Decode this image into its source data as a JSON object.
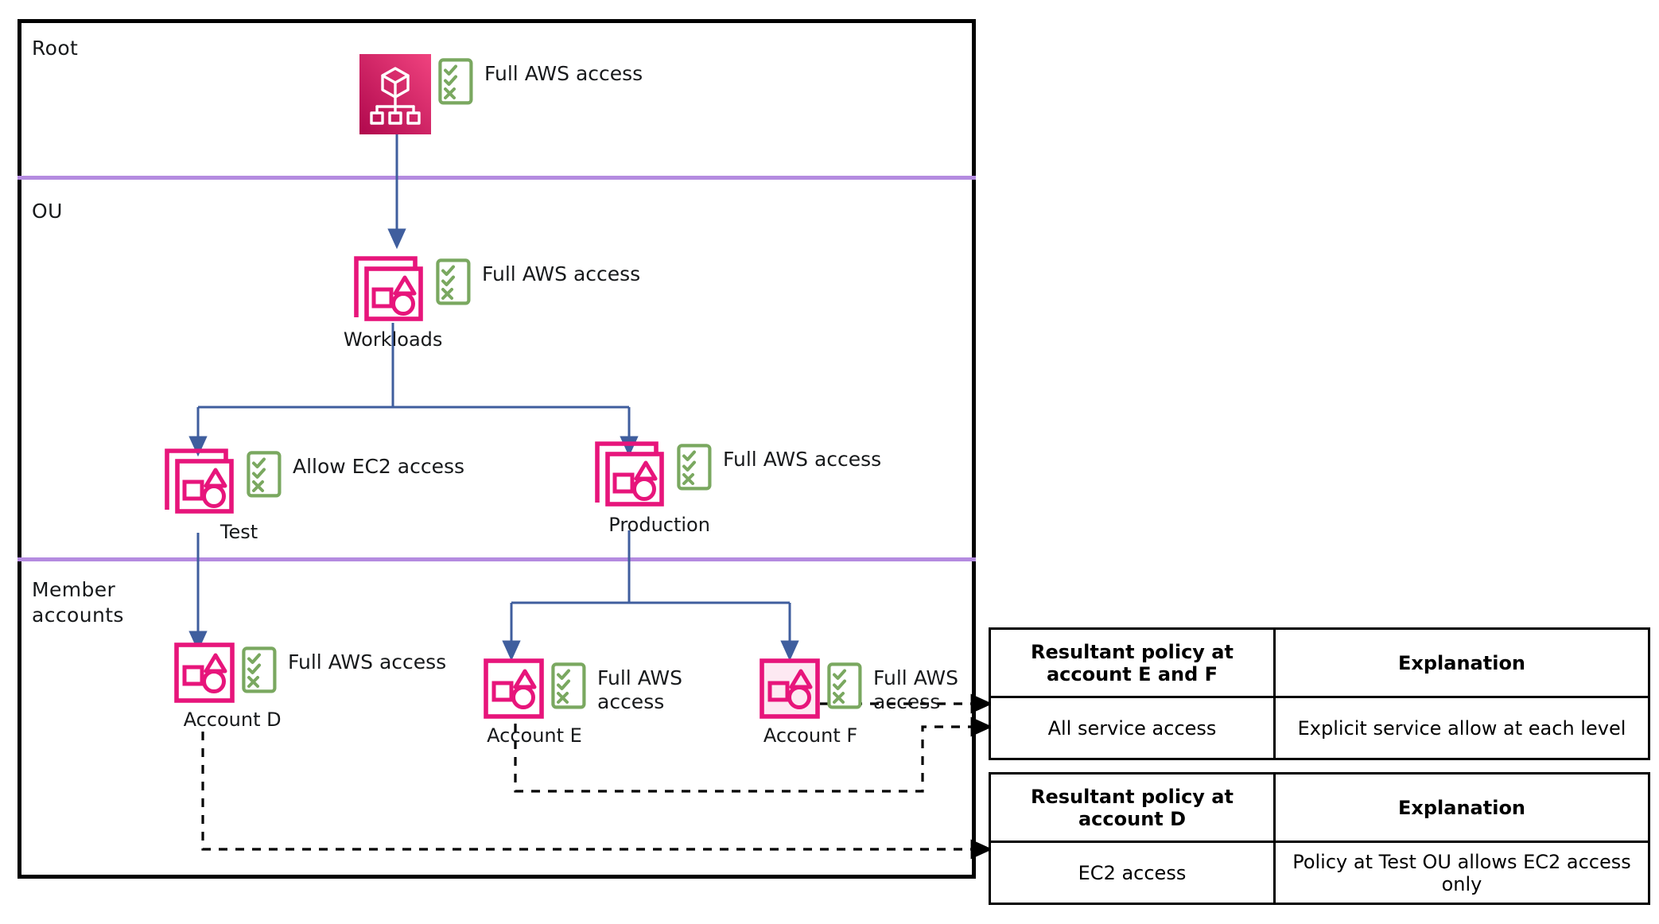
{
  "bands": [
    {
      "id": "root",
      "label": "Root"
    },
    {
      "id": "ou",
      "label": "OU"
    },
    {
      "id": "member",
      "label": "Member\naccounts"
    }
  ],
  "separator_color": "#b48be0",
  "container_border_color": "#000000",
  "arrow_color": "#3f5e9e",
  "brand_pink": "#e7157b",
  "policy_green": "#7aa860",
  "root_node": {
    "icon": "aws-organizations-icon",
    "caption": "",
    "policy": "Full AWS access",
    "policy_icon": "policy-checklist-icon"
  },
  "ous": [
    {
      "id": "workloads",
      "icon": "organizational-unit-icon",
      "caption": "Workloads",
      "policy": "Full AWS access",
      "policy_icon": "policy-checklist-icon"
    },
    {
      "id": "test",
      "icon": "organizational-unit-icon",
      "caption": "Test",
      "policy": "Allow EC2 access",
      "policy_icon": "policy-checklist-icon"
    },
    {
      "id": "production",
      "icon": "organizational-unit-icon",
      "caption": "Production",
      "policy": "Full AWS access",
      "policy_icon": "policy-checklist-icon"
    }
  ],
  "accounts": [
    {
      "id": "account-d",
      "icon": "aws-account-icon",
      "caption": "Account D",
      "policy": "Full AWS access",
      "policy_icon": "policy-checklist-icon"
    },
    {
      "id": "account-e",
      "icon": "aws-account-icon",
      "caption": "Account E",
      "policy": "Full AWS\naccess",
      "policy_icon": "policy-checklist-icon"
    },
    {
      "id": "account-f",
      "icon": "aws-account-icon",
      "caption": "Account F",
      "policy": "Full AWS\naccess",
      "policy_icon": "policy-checklist-icon"
    }
  ],
  "tables": [
    {
      "id": "table-ef",
      "headers": [
        "Resultant policy at account E and F",
        "Explanation"
      ],
      "rows": [
        [
          "All service access",
          "Explicit service allow at each level"
        ]
      ]
    },
    {
      "id": "table-d",
      "headers": [
        "Resultant policy at account D",
        "Explanation"
      ],
      "rows": [
        [
          "EC2 access",
          "Policy at Test OU allows EC2 access only"
        ]
      ]
    }
  ]
}
